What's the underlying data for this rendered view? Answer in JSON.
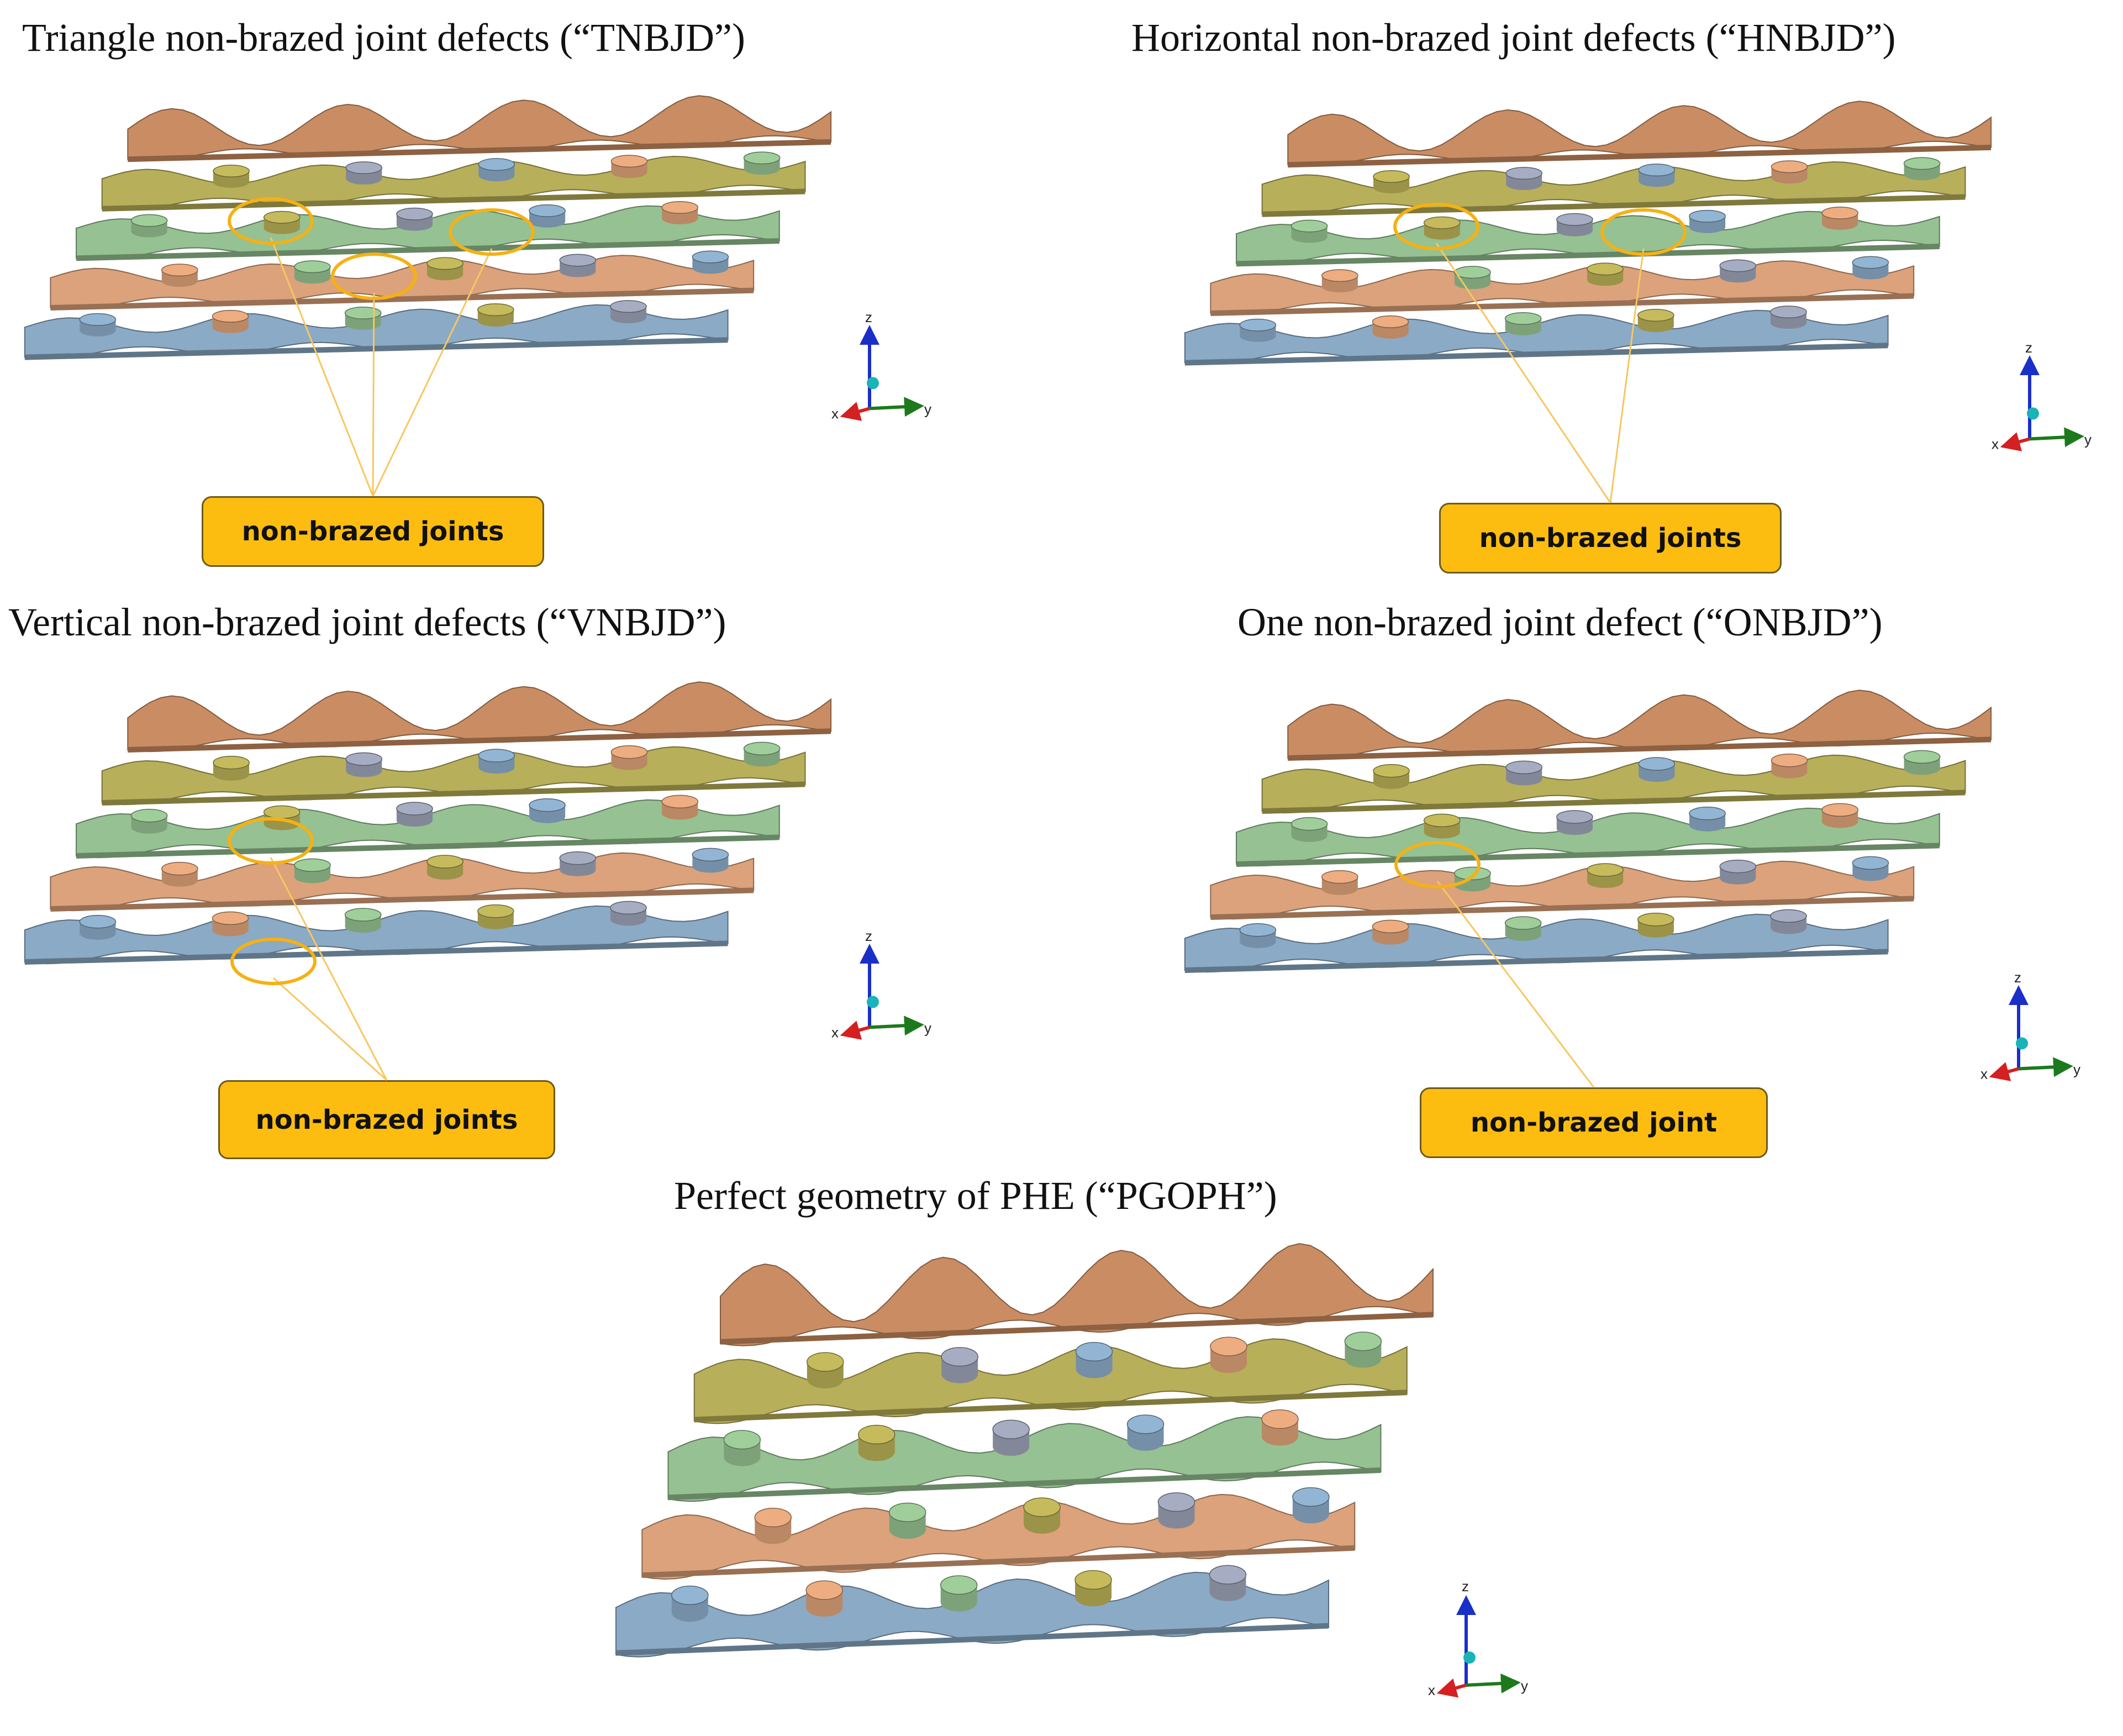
{
  "panels": [
    {
      "id": "tnbjd",
      "title": "Triangle non-brazed joint defects (“TNBJD”)",
      "callout": "non-brazed joints",
      "defect_count": 3
    },
    {
      "id": "hnbjd",
      "title": "Horizontal non-brazed joint defects (“HNBJD”)",
      "callout": "non-brazed joints",
      "defect_count": 2
    },
    {
      "id": "vnbjd",
      "title": "Vertical non-brazed joint defects (“VNBJD”)",
      "callout": "non-brazed joints",
      "defect_count": 2
    },
    {
      "id": "onbjd",
      "title": "One non-brazed joint defect (“ONBJD”)",
      "callout": "non-brazed joint",
      "defect_count": 1
    },
    {
      "id": "pgoph",
      "title": "Perfect geometry of PHE (“PGOPH”)",
      "callout": "",
      "defect_count": 0
    }
  ],
  "axes_labels": {
    "x": "x",
    "y": "y",
    "z": "z"
  },
  "colors": {
    "top_plate": "#c98a5e",
    "yellow_plate": "#b6ad55",
    "green_plate": "#93bf8f",
    "orange_plate": "#dba077",
    "blue_plate": "#88a8c4",
    "highlight_ellipse": "#f5b114",
    "callout_fill": "#fdbd10",
    "axis_x": "#d42020",
    "axis_y": "#1c7a1c",
    "axis_z": "#1a2fc8",
    "axis_origin": "#19b3b8"
  }
}
